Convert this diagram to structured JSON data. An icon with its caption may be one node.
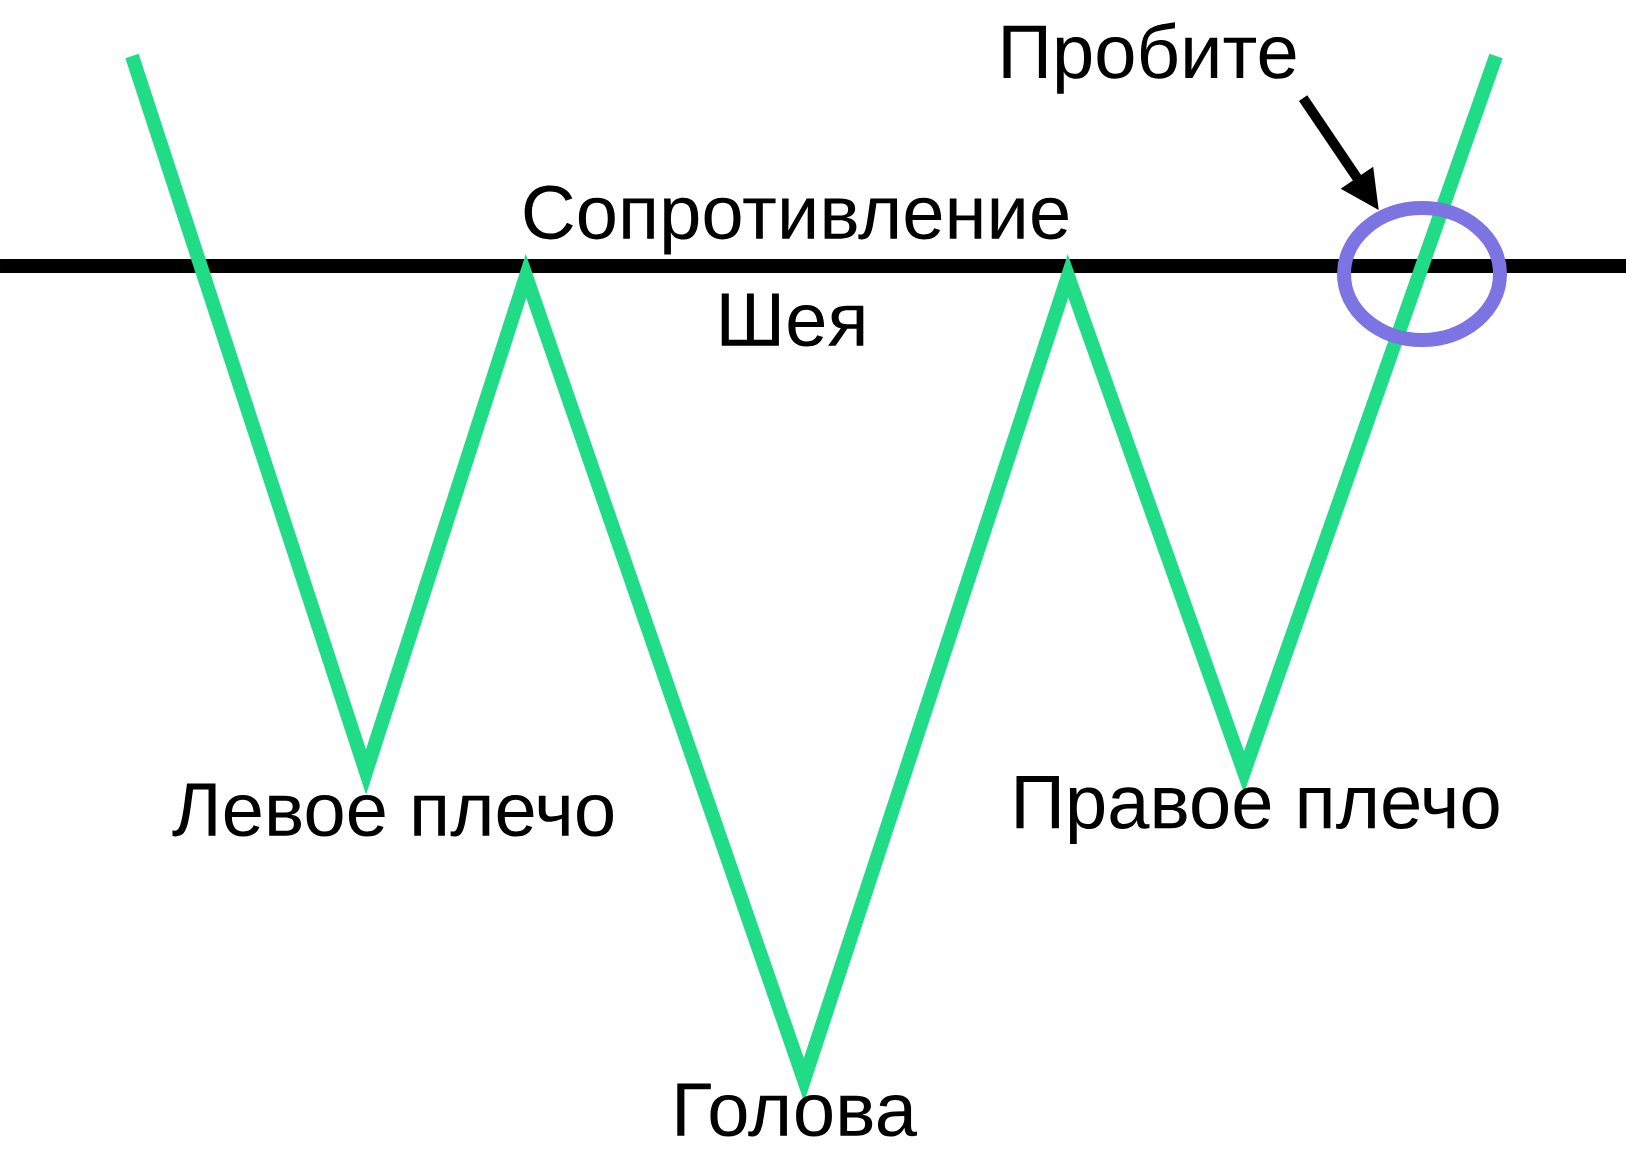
{
  "diagram": {
    "nodes": [
      {
        "text": [
          "Пробите"
        ]
      },
      {
        "text": [],
        "shape": "circle"
      }
    ],
    "edges": [
      {
        "from": 0,
        "to": 1,
        "arrow": "to"
      }
    ],
    "labels": [
      "Сопротивление",
      "Шея",
      "Левое плечо",
      "Правое плечо",
      "Голова"
    ]
  }
}
